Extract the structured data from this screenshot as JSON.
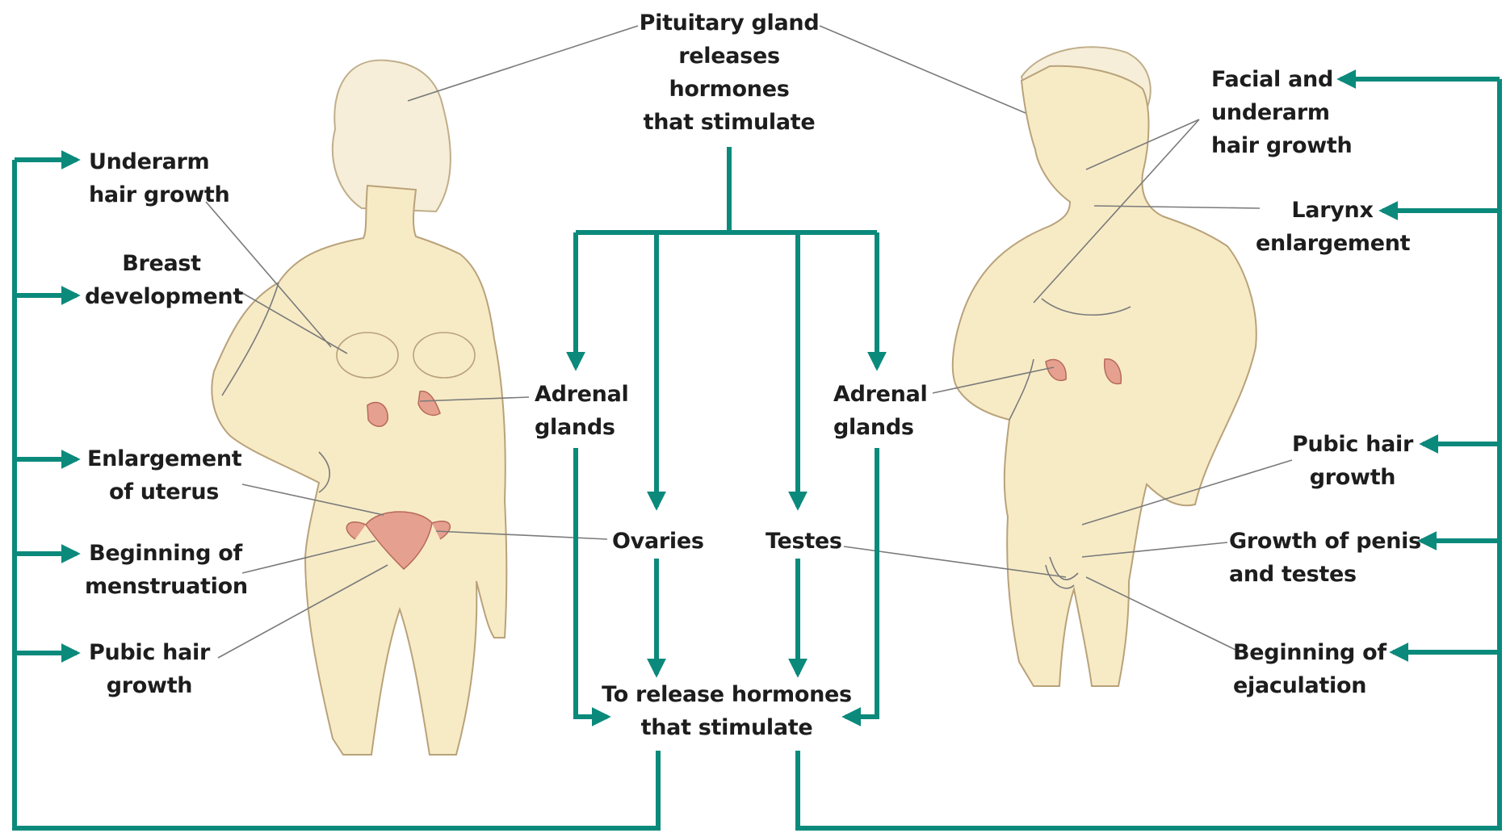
{
  "center": {
    "pituitary": "Pituitary gland\nreleases\nhormones\nthat stimulate",
    "adrenal_left": "Adrenal\nglands",
    "adrenal_right": "Adrenal\nglands",
    "ovaries": "Ovaries",
    "testes": "Testes",
    "release": "To release hormones\nthat stimulate"
  },
  "female_labels": [
    "Underarm\nhair growth",
    "Breast\ndevelopment",
    "Enlargement\nof uterus",
    "Beginning of\nmenstruation",
    "Pubic hair\ngrowth"
  ],
  "male_labels": [
    "Facial and\nunderarm\nhair growth",
    "Larynx\nenlargement",
    "Pubic hair\ngrowth",
    "Growth of penis\nand testes",
    "Beginning of\nejaculation"
  ],
  "colors": {
    "flow": "#0b8a7c",
    "skin": "#f7ebc6",
    "gland": "#e6a090"
  }
}
